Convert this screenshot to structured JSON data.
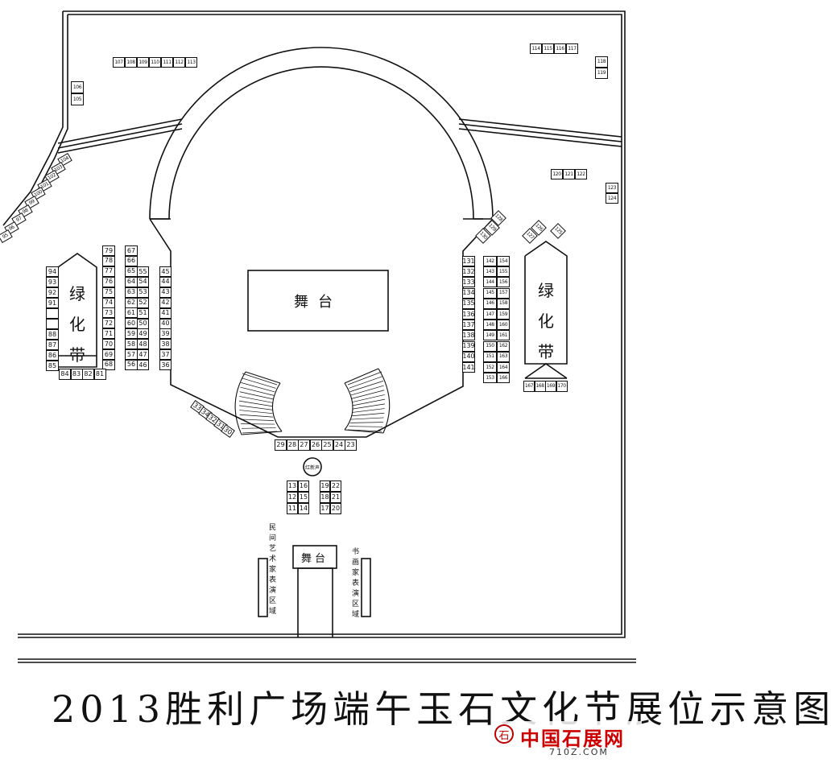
{
  "title": "2013胜利广场端午玉石文化节展位示意图",
  "main_stage": "舞台",
  "small_stage": "舞台",
  "green_belt": "绿化带",
  "left_zone": "民间艺术家表演区域",
  "right_zone": "书画家表演区域",
  "red_marker": "红新声",
  "watermark": {
    "name": "中国石展网",
    "url": "710Z.COM"
  },
  "booths": {
    "b1": [
      "107",
      "108",
      "109",
      "110",
      "111",
      "112",
      "113"
    ],
    "b2": [
      "114",
      "115",
      "116",
      "117"
    ],
    "b3": [
      "118",
      "119"
    ],
    "b4": [
      "106",
      "105"
    ],
    "b5": [
      "120",
      "121",
      "122"
    ],
    "b6": [
      "123",
      "124"
    ],
    "b7": [
      "79",
      "78",
      "77",
      "76",
      "75",
      "74",
      "73",
      "72",
      "71",
      "70",
      "69",
      "68"
    ],
    "b8": [
      "67",
      "66",
      "65",
      "64",
      "63",
      "62",
      "61",
      "60",
      "59",
      "58",
      "57",
      "56"
    ],
    "b9": [
      "55",
      "54",
      "53",
      "52",
      "51",
      "50",
      "49",
      "48",
      "47",
      "46"
    ],
    "b10": [
      "45",
      "44",
      "43",
      "42",
      "41",
      "40",
      "39",
      "38",
      "37",
      "36"
    ],
    "b11": [
      "94",
      "93",
      "92",
      "91",
      "",
      "",
      "88",
      "87",
      "86",
      "85"
    ],
    "b12": [
      "84",
      "83",
      "82",
      "81"
    ],
    "b13": [
      "131",
      "132",
      "133",
      "134",
      "135",
      "136",
      "137",
      "138",
      "139",
      "140",
      "141"
    ],
    "b14": [
      "142",
      "143",
      "144",
      "145",
      "146",
      "147",
      "148",
      "149",
      "150",
      "151",
      "152",
      "153"
    ],
    "b15": [
      "154",
      "155",
      "156",
      "157",
      "158",
      "159",
      "160",
      "161",
      "162",
      "163",
      "164",
      "166"
    ],
    "b16": [
      "167",
      "168",
      "169",
      "170"
    ],
    "b17": [
      "29",
      "28",
      "27",
      "26",
      "25",
      "24",
      "23"
    ],
    "b18": [
      "13",
      "12",
      "11"
    ],
    "b19": [
      "16",
      "15",
      "14"
    ],
    "b20": [
      "19",
      "18",
      "17"
    ],
    "b21": [
      "22",
      "21",
      "20"
    ],
    "b22": [
      "104",
      "103",
      "102",
      "101",
      "100",
      "99",
      "98",
      "97",
      "96",
      "95"
    ],
    "b23": [
      "33",
      "34",
      "32",
      "31",
      "30"
    ],
    "b24": [
      "128",
      "129",
      "130",
      "127",
      "126",
      "125"
    ]
  }
}
